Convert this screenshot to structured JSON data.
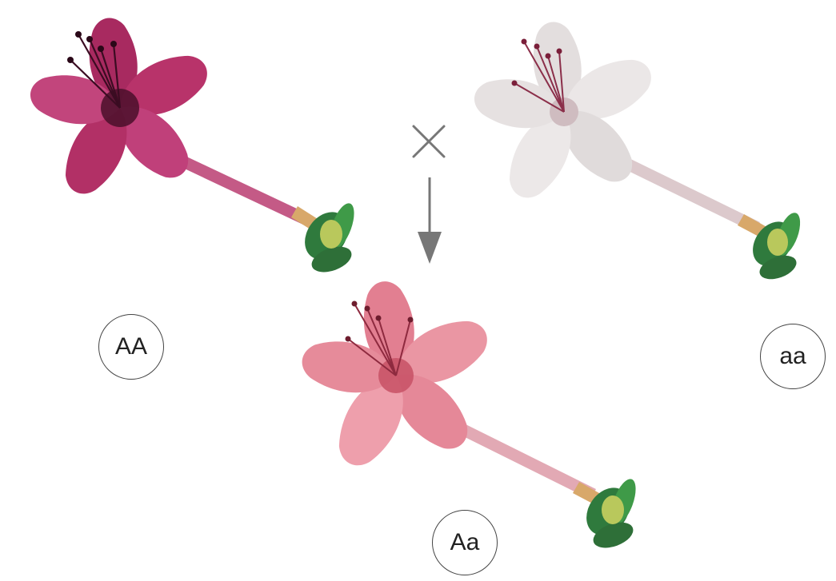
{
  "parents": {
    "left": {
      "genotype": "AA",
      "petal_color": "#b8336a",
      "center_color": "#4a0f2a"
    },
    "right": {
      "genotype": "aa",
      "petal_color": "#e9e5e5",
      "center_color": "#8b2f4a"
    }
  },
  "offspring": {
    "genotype": "Aa",
    "petal_color": "#e88a98",
    "center_color": "#a8344c"
  },
  "symbols": {
    "cross": "cross-icon",
    "arrow": "down-arrow-icon"
  },
  "colors": {
    "calyx": "#3f8f45",
    "bud": "#b9c85c",
    "stem_join": "#d8a86a",
    "line": "#777777"
  }
}
